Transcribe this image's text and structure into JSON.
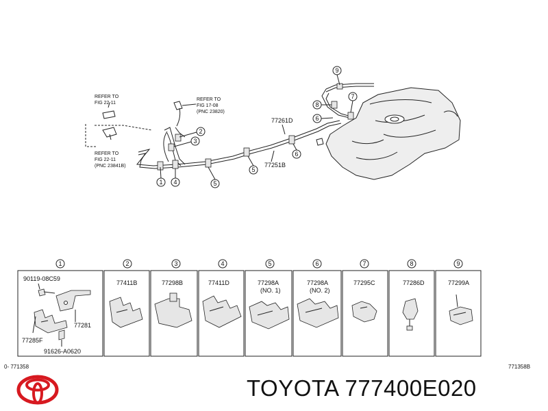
{
  "diagram": {
    "refs": [
      {
        "line1": "REFER TO",
        "line2": "FIG 22-11",
        "line3": ""
      },
      {
        "line1": "REFER TO",
        "line2": "FIG 22-11",
        "line3": "(PNC 23841B)"
      },
      {
        "line1": "REFER TO",
        "line2": "FIG 17-08",
        "line3": "(PNC 23820)"
      }
    ],
    "callouts": [
      "1",
      "2",
      "3",
      "4",
      "5",
      "6",
      "7",
      "8",
      "9"
    ],
    "pipe_labels": {
      "upper": "77261D",
      "lower": "77251B"
    }
  },
  "legend": {
    "cells": [
      {
        "num": "1",
        "parts": [
          "90119-08C59",
          "77281",
          "77285F",
          "91626-A0620"
        ]
      },
      {
        "num": "2",
        "parts": [
          "77411B"
        ],
        "note": ""
      },
      {
        "num": "3",
        "parts": [
          "77298B"
        ],
        "note": ""
      },
      {
        "num": "4",
        "parts": [
          "77411D"
        ],
        "note": ""
      },
      {
        "num": "5",
        "parts": [
          "77298A"
        ],
        "note": "(NO. 1)"
      },
      {
        "num": "6",
        "parts": [
          "77298A"
        ],
        "note": "(NO. 2)"
      },
      {
        "num": "7",
        "parts": [
          "77295C"
        ],
        "note": ""
      },
      {
        "num": "8",
        "parts": [
          "77286D"
        ],
        "note": ""
      },
      {
        "num": "9",
        "parts": [
          "77299A"
        ],
        "note": ""
      }
    ]
  },
  "footer": {
    "left_code": "0- 771358",
    "right_code": "771358B",
    "brand_text": "TOYOTA 777400E020"
  },
  "colors": {
    "toyota_red": "#d71920"
  }
}
